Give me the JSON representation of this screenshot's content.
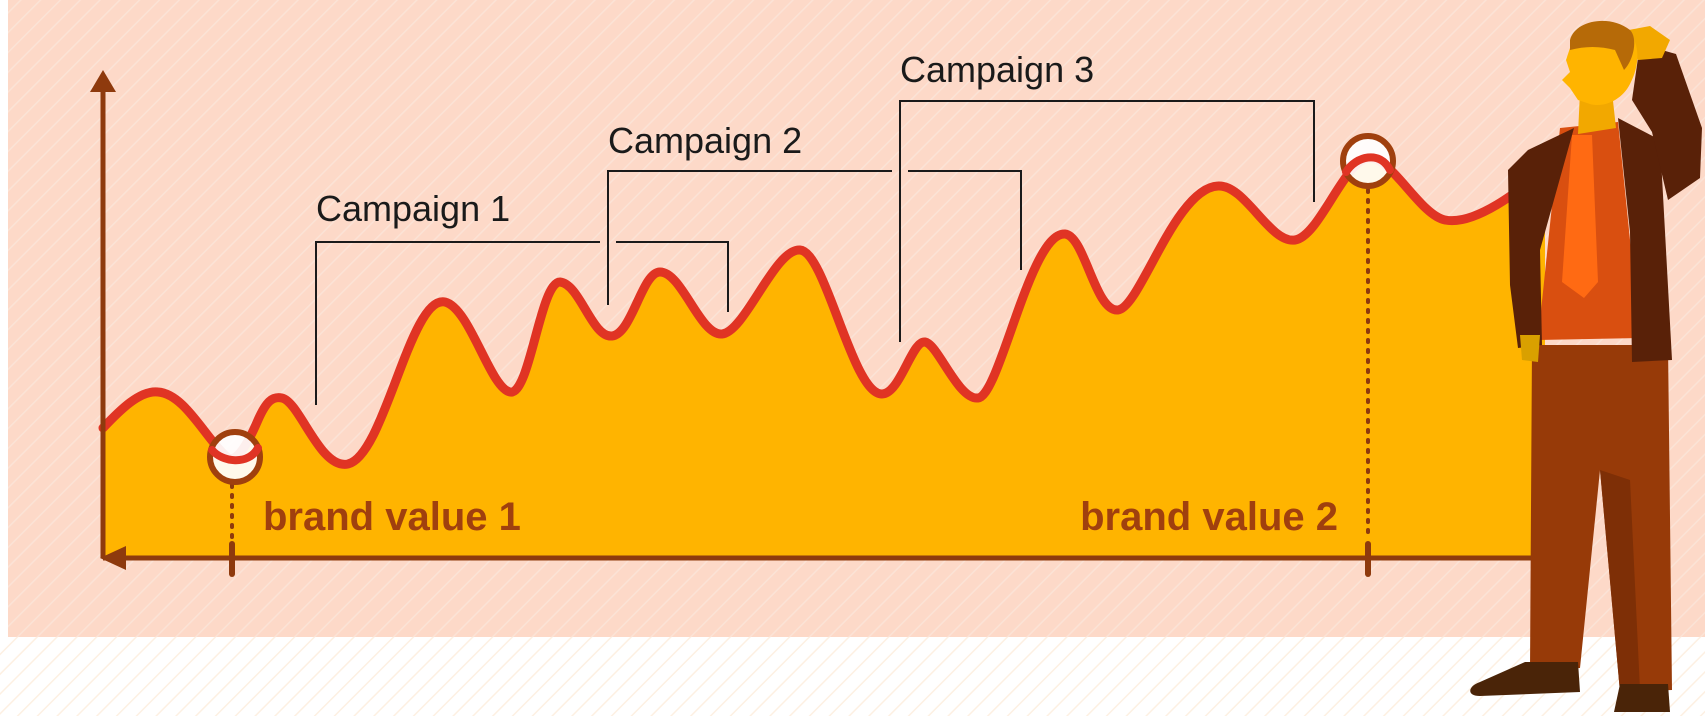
{
  "campaigns": [
    {
      "label": "Campaign 1"
    },
    {
      "label": "Campaign 2"
    },
    {
      "label": "Campaign 3"
    }
  ],
  "markers": [
    {
      "label": "brand value 1"
    },
    {
      "label": "brand value 2"
    }
  ],
  "colors": {
    "background": "#fdd9c8",
    "area_fill": "#ffb400",
    "curve": "#e03424",
    "axis": "#8e3a0d",
    "label": "#a0400e",
    "bracket": "#1a1a1a"
  },
  "figure": {
    "icon": "thinking-businessman-icon"
  }
}
